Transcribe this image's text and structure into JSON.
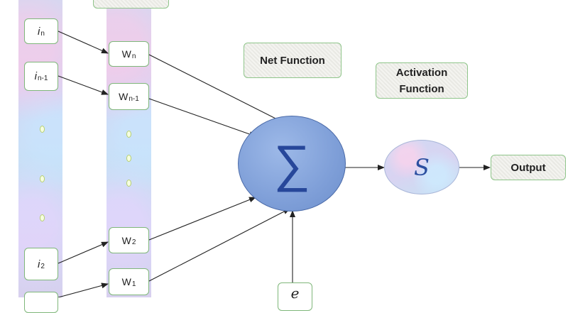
{
  "inputs": {
    "in": {
      "base": "i",
      "sub": "n"
    },
    "in1": {
      "base": "i",
      "sub": "n-1"
    },
    "i2": {
      "base": "i",
      "sub": "2"
    }
  },
  "weights": {
    "wn": {
      "base": "W",
      "sub": "n"
    },
    "wn1": {
      "base": "W",
      "sub": "n-1"
    },
    "w2": {
      "base": "W",
      "sub": "2"
    },
    "w1": {
      "base": "W",
      "sub": "1"
    }
  },
  "bias": {
    "symbol": "e"
  },
  "summation": {
    "symbol": "∑"
  },
  "activation": {
    "symbol": "S"
  },
  "labels": {
    "net_function": "Net Function",
    "activation_line1": "Activation",
    "activation_line2": "Function",
    "output": "Output"
  }
}
